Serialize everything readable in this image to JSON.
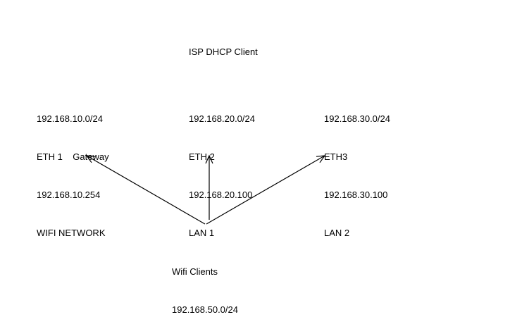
{
  "title": "ISP DHCP Client",
  "nodes": [
    {
      "lines": [
        "192.168.10.0/24",
        "ETH 1    Gateway",
        "192.168.10.254",
        "WIFI NETWORK"
      ]
    },
    {
      "lines": [
        "192.168.20.0/24",
        "ETH 2",
        "192.168.20.100",
        "LAN 1"
      ]
    },
    {
      "lines": [
        "192.168.30.0/24",
        "ETH3",
        "192.168.30.100",
        "LAN 2"
      ]
    }
  ],
  "clients": {
    "lines": [
      "Wifi Clients",
      "192.168.50.0/24"
    ]
  },
  "colors": {
    "text": "#000000",
    "arrow": "#000000",
    "background": "#ffffff"
  }
}
